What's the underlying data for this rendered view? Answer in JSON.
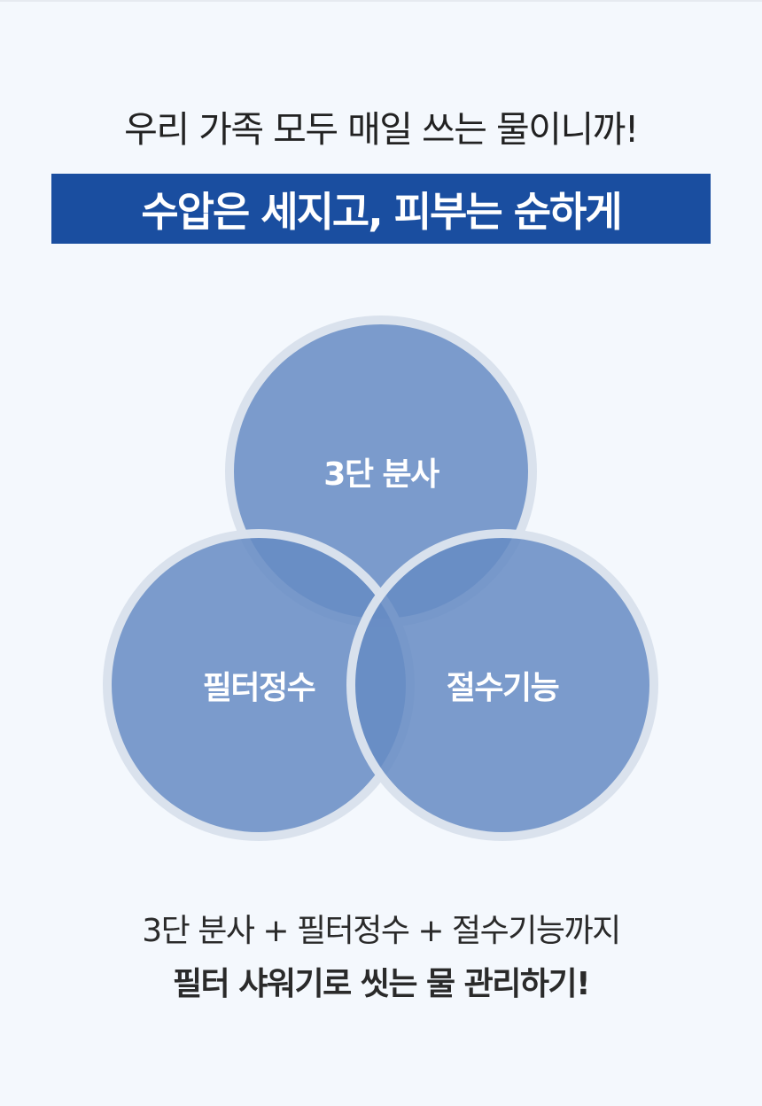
{
  "header": {
    "headline": "우리 가족 모두 매일 쓰는 물이니까!",
    "banner": "수압은 세지고, 피부는 순하게"
  },
  "venn": {
    "circles": [
      {
        "label": "3단 분사"
      },
      {
        "label": "필터정수"
      },
      {
        "label": "절수기능"
      }
    ]
  },
  "footer": {
    "line1": "3단 분사 + 필터정수 + 절수기능까지",
    "line2": "필터 샤워기로 씻는 물 관리하기!"
  },
  "colors": {
    "background": "#f4f8fd",
    "banner": "#1a4ea0",
    "circle_fill": "#7a9aca",
    "circle_ring": "#e2e8f0",
    "text": "#222222"
  }
}
